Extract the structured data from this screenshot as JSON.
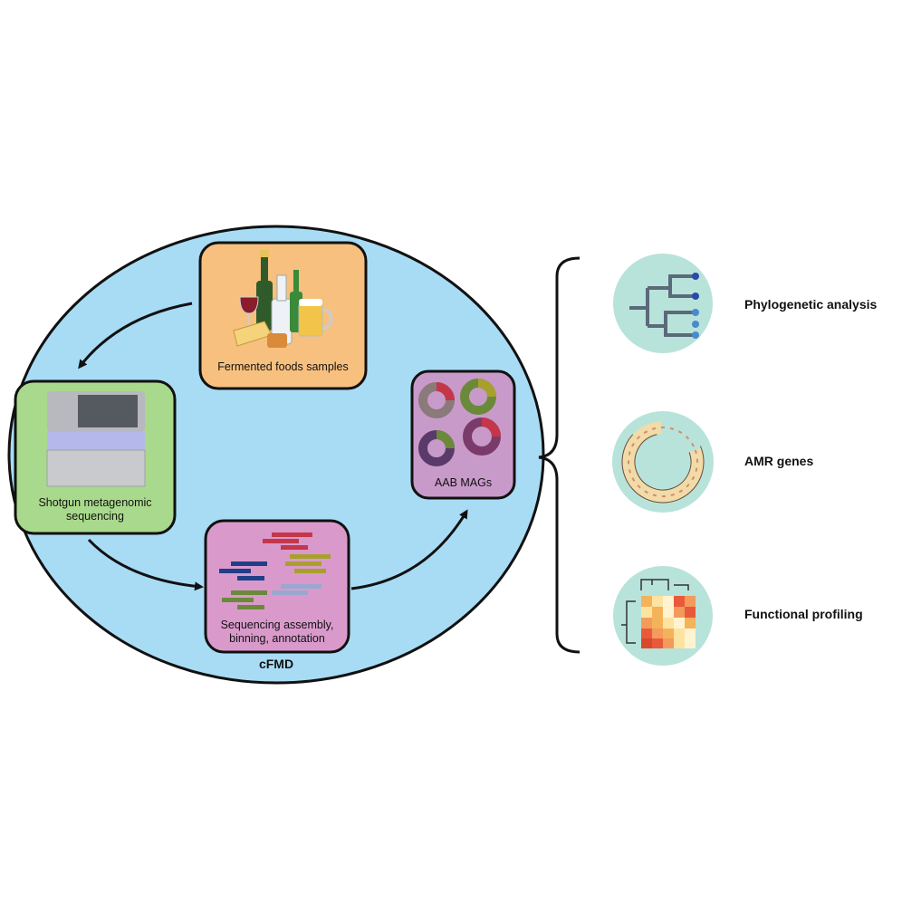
{
  "workflow": {
    "container_label": "cFMD",
    "steps": {
      "fermented_foods": {
        "label": "Fermented foods samples",
        "color": "#f7c07f"
      },
      "sequencing": {
        "label_line1": "Shotgun metagenomic",
        "label_line2": "sequencing",
        "color": "#a9d98c"
      },
      "assembly": {
        "label_line1": "Sequencing assembly,",
        "label_line2": "binning, annotation",
        "color": "#d99acb"
      },
      "mags": {
        "label": "AAB MAGs",
        "color": "#c89ac9"
      }
    },
    "background_color": "#a8dcf5"
  },
  "analyses": [
    {
      "label": "Phylogenetic analysis",
      "icon": "phylogenetic-tree-icon"
    },
    {
      "label": "AMR genes",
      "icon": "circular-tree-icon"
    },
    {
      "label": "Functional profiling",
      "icon": "heatmap-icon"
    }
  ],
  "analysis_circle_color": "#b8e3da"
}
